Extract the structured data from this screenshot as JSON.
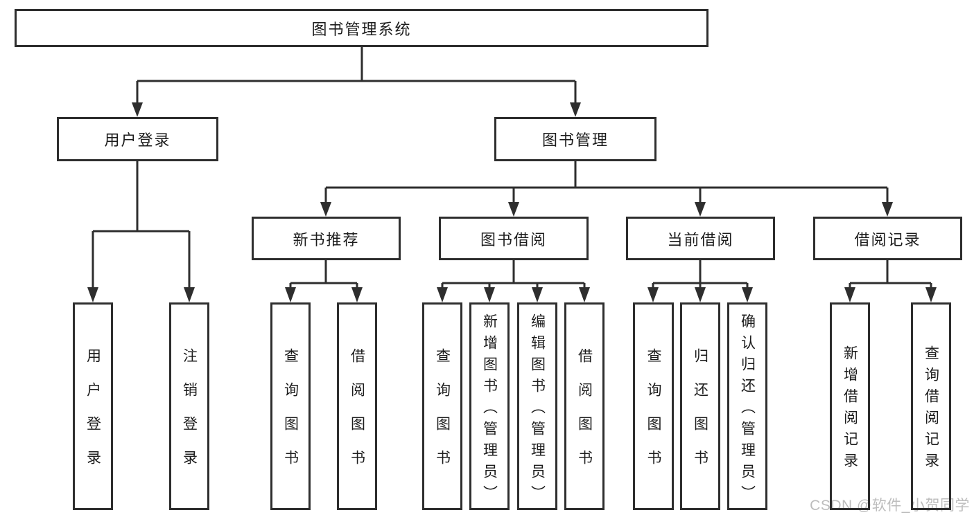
{
  "tree": {
    "root": "图书管理系统",
    "children": [
      {
        "label": "用户登录",
        "children": [
          "用户登录",
          "注销登录"
        ]
      },
      {
        "label": "图书管理",
        "children": [
          {
            "label": "新书推荐",
            "children": [
              "查询图书",
              "借阅图书"
            ]
          },
          {
            "label": "图书借阅",
            "children": [
              "查询图书",
              "新增图书（管理员）",
              "编辑图书（管理员）",
              "借阅图书"
            ]
          },
          {
            "label": "当前借阅",
            "children": [
              "查询图书",
              "归还图书",
              "确认归还（管理员）"
            ]
          },
          {
            "label": "借阅记录",
            "children": [
              "新增借阅记录",
              "查询借阅记录"
            ]
          }
        ]
      }
    ]
  },
  "watermark": {
    "text": "CSDN @软件_小贺同学"
  },
  "colors": {
    "line": "#2e2e2e",
    "box_border": "#2e2e2e",
    "text": "#1c1c1c",
    "watermark": "#bdbdbd",
    "background": "#ffffff"
  }
}
